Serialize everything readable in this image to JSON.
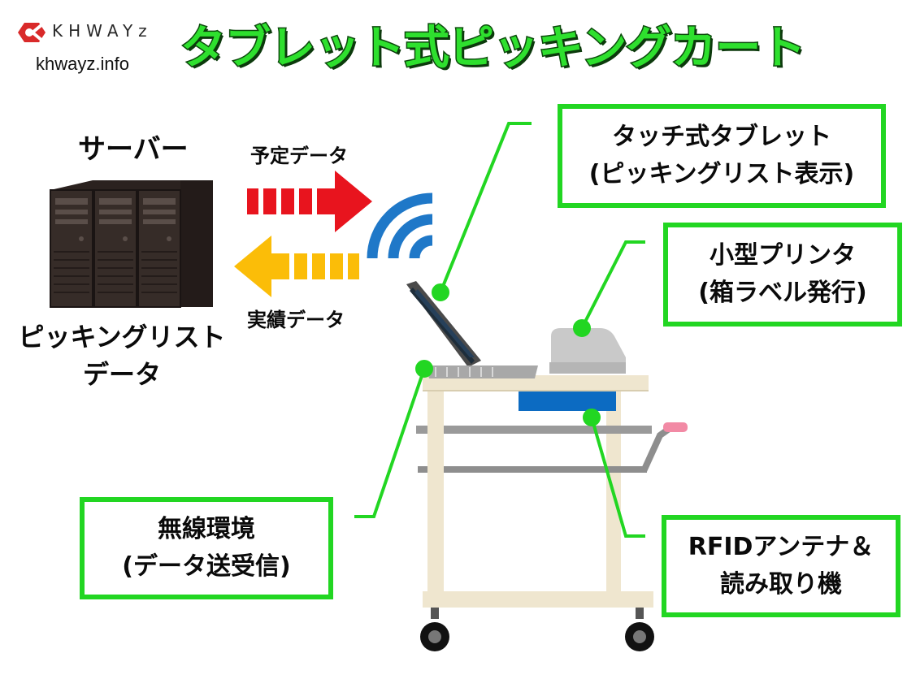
{
  "brand": {
    "name": "KHWAYz",
    "url": "khwayz.info"
  },
  "title": "タブレット式ピッキングカート",
  "server": {
    "title": "サーバー",
    "data_label_line1": "ピッキングリスト",
    "data_label_line2": "データ"
  },
  "arrows": {
    "planned": "予定データ",
    "actual": "実績データ",
    "planned_color": "#e8141e",
    "actual_color": "#fbbd08"
  },
  "callouts": {
    "tablet": {
      "line1": "タッチ式タブレット",
      "line2": "(ピッキングリスト表示)"
    },
    "printer": {
      "line1": "小型プリンタ",
      "line2": "(箱ラベル発行)"
    },
    "rfid": {
      "line1": "RFIDアンテナ＆",
      "line2": "読み取り機"
    },
    "wireless": {
      "line1": "無線環境",
      "line2": "(データ送受信)"
    }
  },
  "colors": {
    "accent_green": "#22d622",
    "wifi_blue": "#1f78c8",
    "cart_beige": "#efe6cf",
    "antenna_blue": "#0c6bc2"
  },
  "icons": [
    "server-icon",
    "wifi-icon",
    "tablet-icon",
    "printer-icon",
    "cart-icon",
    "logo-icon"
  ]
}
